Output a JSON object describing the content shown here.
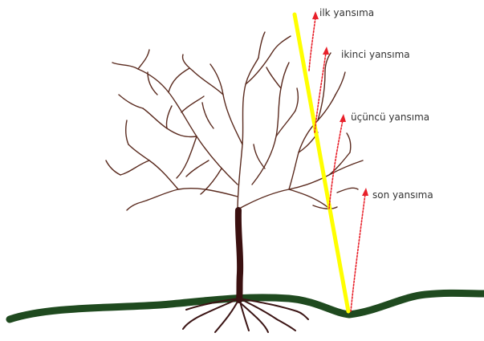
{
  "labels": {
    "first": "ilk yansıma",
    "second": "ikinci yansıma",
    "third": "üçüncü yansıma",
    "last": "son yansıma"
  },
  "colors": {
    "ground": "#1f4a1f",
    "trunk": "#3b1010",
    "branch": "#5a2a1e",
    "root": "#3b1414",
    "beam": "#ffff00",
    "reflection": "#e8202a",
    "text": "#333333"
  }
}
